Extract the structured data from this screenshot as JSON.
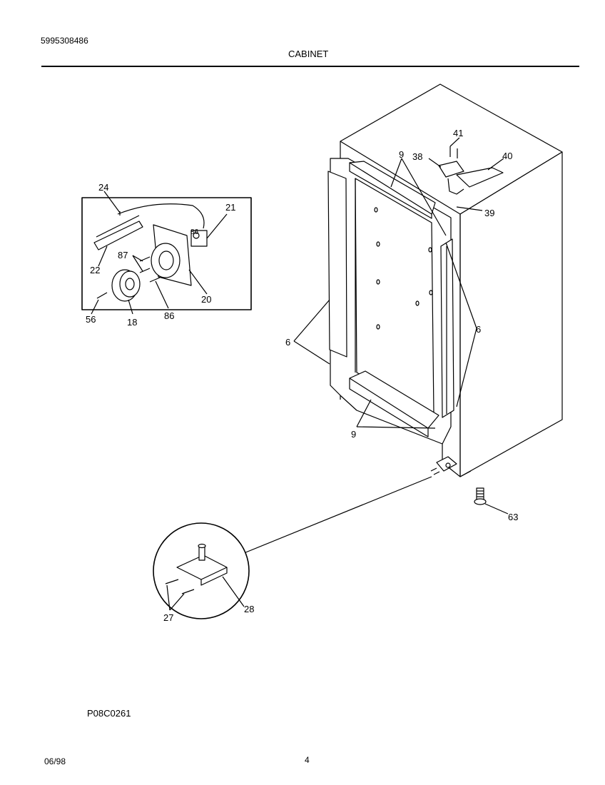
{
  "header": {
    "doc_number": "5995308486",
    "section_title": "CABINET"
  },
  "callouts": {
    "c6_left": "6",
    "c6_right": "6",
    "c9_top": "9",
    "c9_bottom": "9",
    "c18": "18",
    "c20": "20",
    "c21": "21",
    "c22": "22",
    "c24": "24",
    "c27": "27",
    "c28": "28",
    "c38": "38",
    "c39": "39",
    "c40": "40",
    "c41": "41",
    "c56": "56",
    "c63": "63",
    "c86a": "86",
    "c86b": "86",
    "c87": "87"
  },
  "footer": {
    "diagram_code": "P08C0261",
    "date_code": "06/98",
    "page_number": "4"
  }
}
